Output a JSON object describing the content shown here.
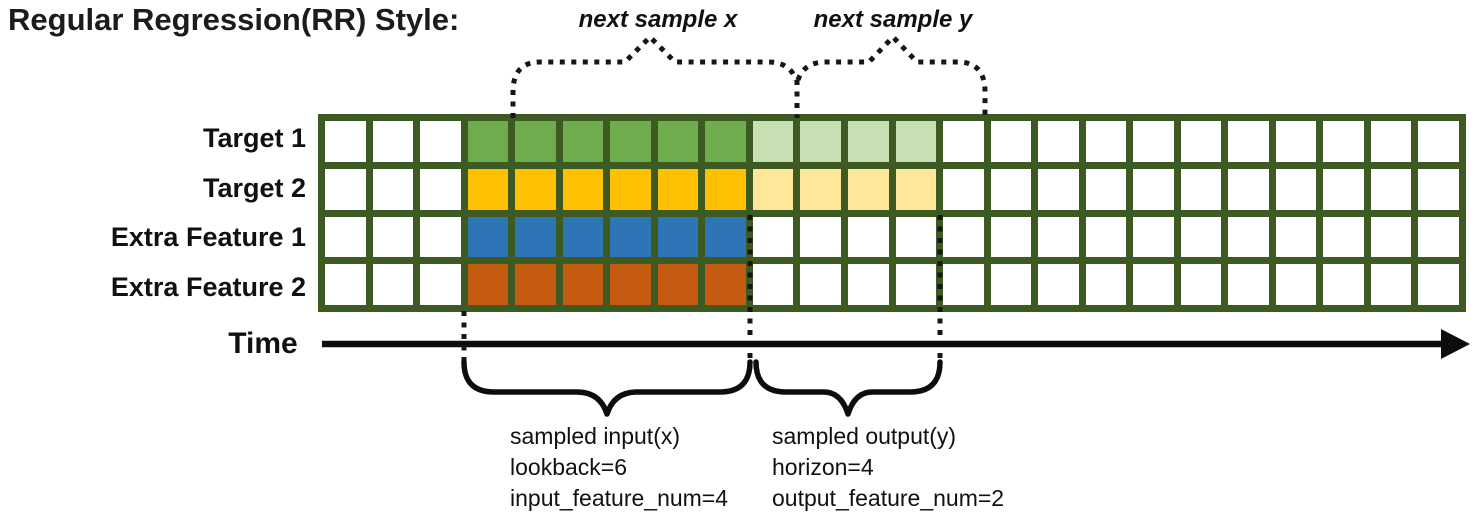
{
  "title": "Regular Regression(RR) Style:",
  "top_annotations": {
    "next_sample_x": "next sample x",
    "next_sample_y": "next sample y"
  },
  "axis": {
    "time_label": "Time"
  },
  "grid": {
    "columns": 24,
    "border_color": "#3C5A21",
    "empty_color": "#FFFFFF",
    "input_col_start": 4,
    "input_col_end": 9,
    "output_col_start": 10,
    "output_col_end": 13,
    "rows": [
      {
        "label": "Target 1",
        "input_color": "#6FAC4D",
        "output_color": "#C6E0B4",
        "has_output": true
      },
      {
        "label": "Target 2",
        "input_color": "#FFC000",
        "output_color": "#FFE699",
        "has_output": true
      },
      {
        "label": "Extra Feature 1",
        "input_color": "#2E75B6",
        "output_color": null,
        "has_output": false
      },
      {
        "label": "Extra Feature 2",
        "input_color": "#C55A11",
        "output_color": null,
        "has_output": false
      }
    ]
  },
  "bottom_annotations": {
    "input": {
      "line1": "sampled input(x)",
      "line2": "lookback=6",
      "line3": "input_feature_num=4"
    },
    "output": {
      "line1": "sampled output(y)",
      "line2": "horizon=4",
      "line3": "output_feature_num=2"
    }
  }
}
